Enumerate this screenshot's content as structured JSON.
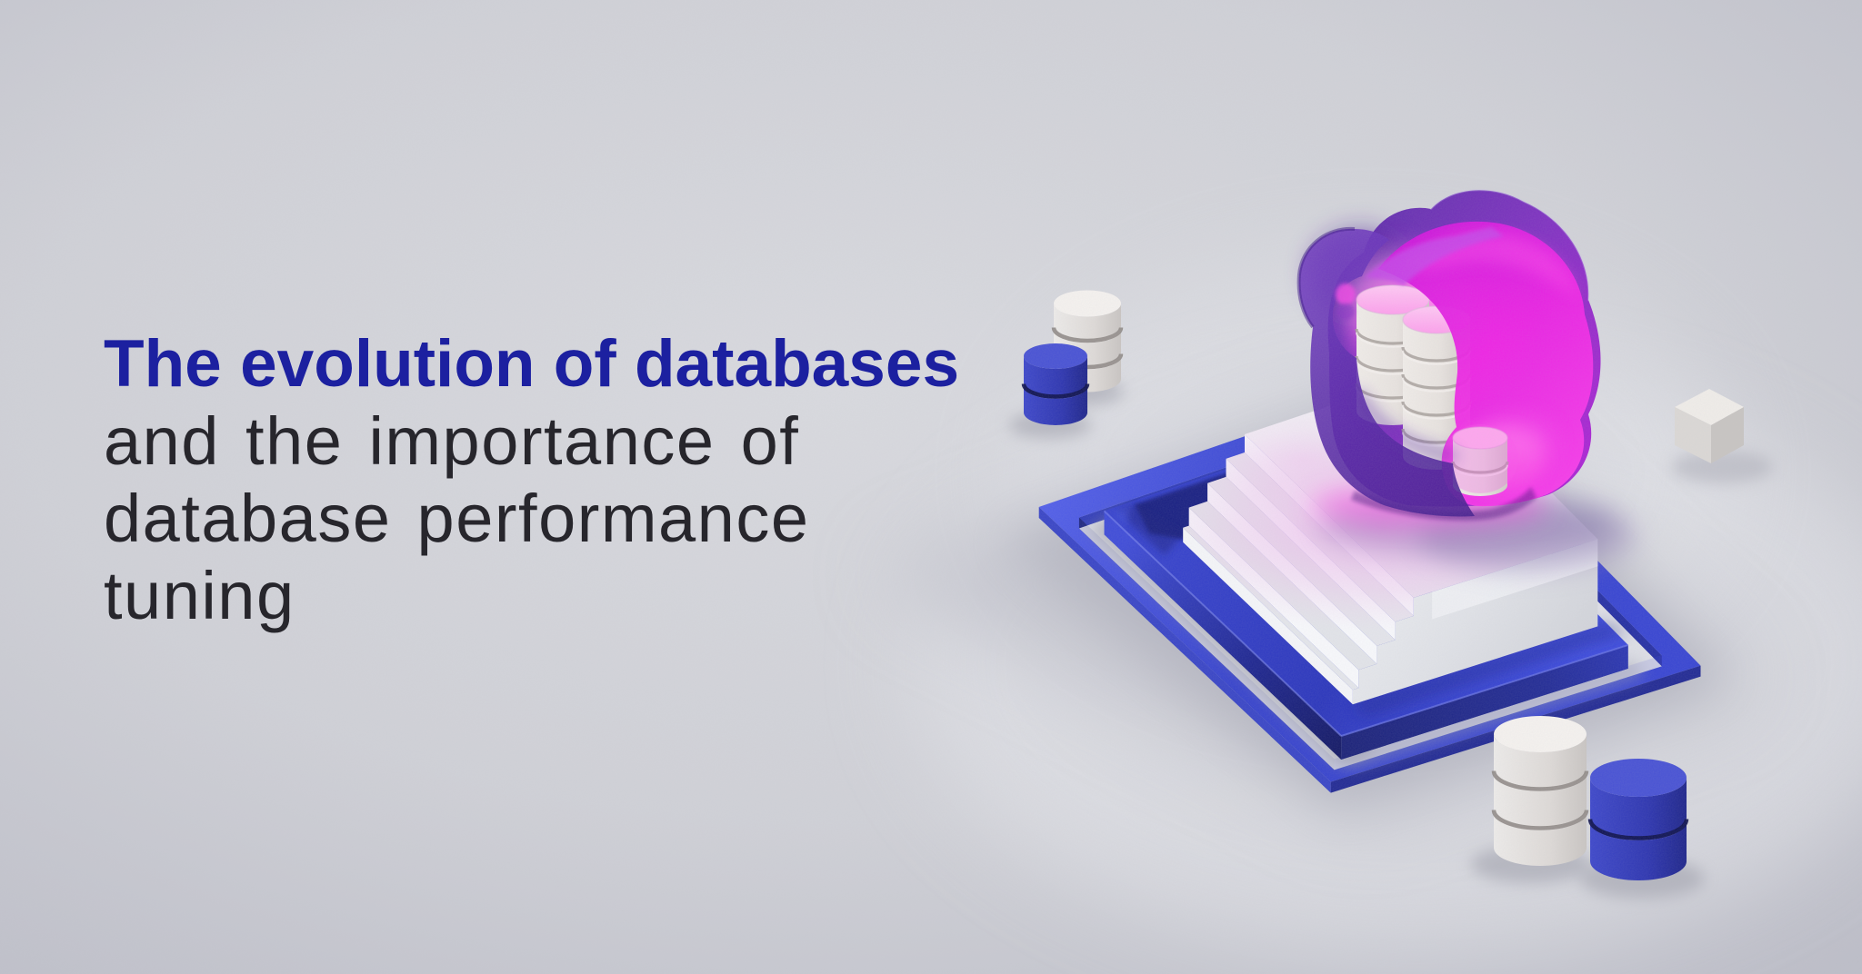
{
  "banner": {
    "headline": {
      "emphasis": "The evolution of databases",
      "line2": "and the importance of",
      "line3": "database performance",
      "line4": "tuning"
    },
    "illustration": {
      "label": "3D cloud database illustration",
      "elements": [
        "glass cloud with magenta glow",
        "three white database cylinder stacks inside cloud",
        "white staircase podium",
        "blue rectangular frames",
        "white disc stack",
        "blue disc stack",
        "white cube"
      ]
    },
    "palette": {
      "background": "#d4d5db",
      "headline_emphasis": "#1c20a0",
      "headline_text": "#27262c",
      "accent_royal_blue": "#3642c8",
      "accent_magenta": "#ee22e4",
      "accent_violet": "#5527a4",
      "surface_white": "#eff0f4"
    }
  }
}
